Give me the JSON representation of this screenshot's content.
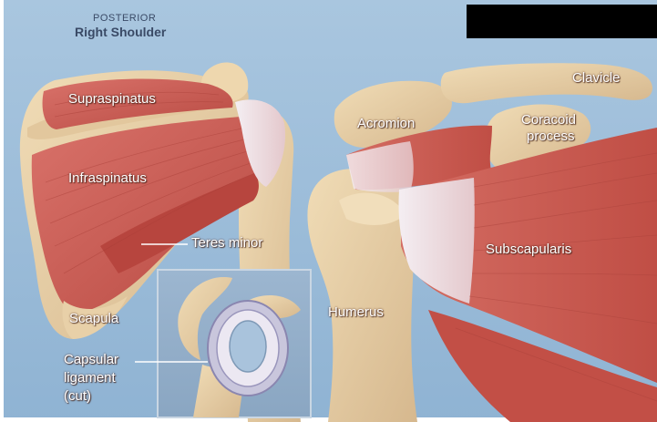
{
  "header": {
    "view": "POSTERIOR",
    "title": "Right Shoulder"
  },
  "labels": {
    "supraspinatus": "Supraspinatus",
    "infraspinatus": "Infraspinatus",
    "teres_minor": "Teres minor",
    "scapula": "Scapula",
    "capsular_ligament_line1": "Capsular",
    "capsular_ligament_line2": "ligament",
    "capsular_ligament_line3": "(cut)",
    "acromion": "Acromion",
    "clavicle": "Clavicle",
    "coracoid_line1": "Coracoid",
    "coracoid_line2": "process",
    "subscapularis": "Subscapularis",
    "humerus": "Humerus"
  },
  "colors": {
    "background": "#9dbedb",
    "muscle": "#c4564c",
    "bone": "#e6cfa6",
    "tendon": "#ece6ec",
    "label": "#ffffff",
    "redaction": "#000000"
  }
}
